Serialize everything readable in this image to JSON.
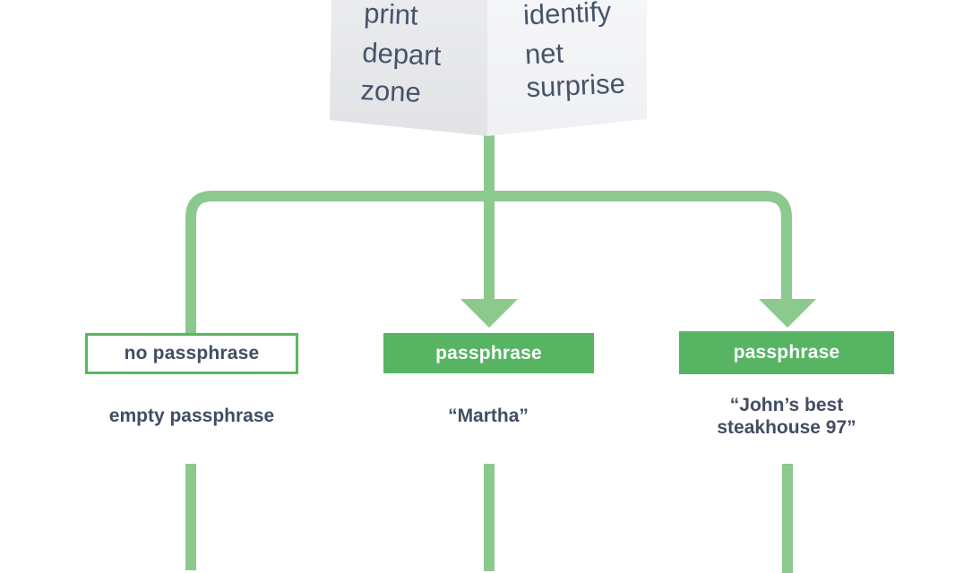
{
  "diagram": {
    "cube": {
      "left_face": {
        "words": [
          "print",
          "depart",
          "zone"
        ]
      },
      "right_face": {
        "words": [
          "identify",
          "net",
          "surprise"
        ]
      }
    },
    "branches": [
      {
        "box_label": "no passphrase",
        "box_style": "outline",
        "caption_lines": [
          "empty passphrase"
        ]
      },
      {
        "box_label": "passphrase",
        "box_style": "filled",
        "caption_lines": [
          "“Martha”"
        ]
      },
      {
        "box_label": "passphrase",
        "box_style": "filled",
        "caption_lines": [
          "“John’s best",
          "steakhouse 97”"
        ]
      }
    ],
    "colors": {
      "connector_green": "#8CC98D",
      "box_green": "#57B463",
      "box_border_green": "#57B95F",
      "label_dark": "#414D63",
      "cube_word_color": "#47536A",
      "cube_left_face": "#E8E9EB",
      "cube_right_face": "#F4F5F7",
      "background": "#FFFFFF"
    }
  }
}
